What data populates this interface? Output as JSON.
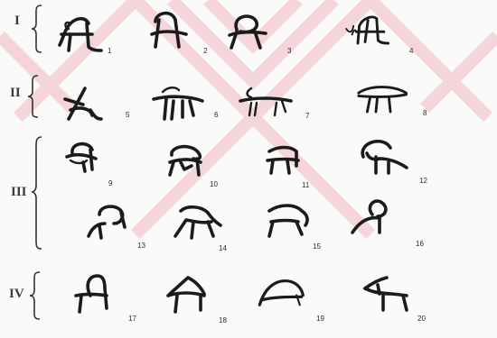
{
  "watermark_color": "#f2c9cf",
  "groups": [
    {
      "label": "I"
    },
    {
      "label": "II"
    },
    {
      "label": "III"
    },
    {
      "label": "IV"
    }
  ],
  "figures": [
    {
      "n": "1",
      "icon": "animal-sign-1-icon"
    },
    {
      "n": "2",
      "icon": "animal-sign-2-icon"
    },
    {
      "n": "3",
      "icon": "animal-sign-3-icon"
    },
    {
      "n": "4",
      "icon": "animal-sign-4-icon"
    },
    {
      "n": "5",
      "icon": "animal-sign-5-icon"
    },
    {
      "n": "6",
      "icon": "animal-sign-6-icon"
    },
    {
      "n": "7",
      "icon": "animal-sign-7-icon"
    },
    {
      "n": "8",
      "icon": "animal-sign-8-icon"
    },
    {
      "n": "9",
      "icon": "animal-sign-9-icon"
    },
    {
      "n": "10",
      "icon": "animal-sign-10-icon"
    },
    {
      "n": "11",
      "icon": "animal-sign-11-icon"
    },
    {
      "n": "12",
      "icon": "animal-sign-12-icon"
    },
    {
      "n": "13",
      "icon": "animal-sign-13-icon"
    },
    {
      "n": "14",
      "icon": "animal-sign-14-icon"
    },
    {
      "n": "15",
      "icon": "animal-sign-15-icon"
    },
    {
      "n": "16",
      "icon": "animal-sign-16-icon"
    },
    {
      "n": "17",
      "icon": "animal-sign-17-icon"
    },
    {
      "n": "18",
      "icon": "animal-sign-18-icon"
    },
    {
      "n": "19",
      "icon": "animal-sign-19-icon"
    },
    {
      "n": "20",
      "icon": "animal-sign-20-icon"
    }
  ]
}
